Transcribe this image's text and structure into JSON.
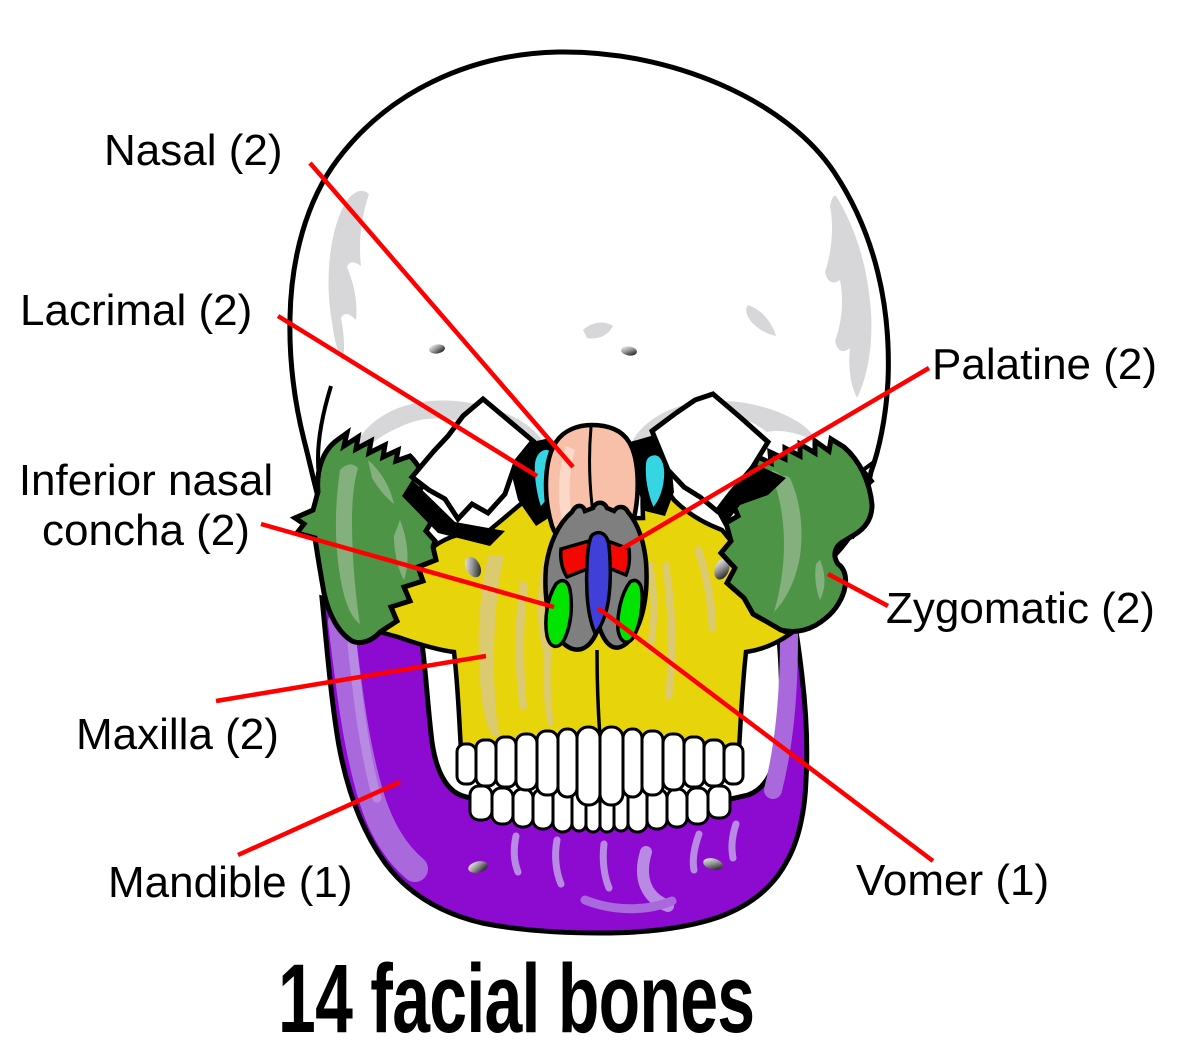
{
  "title": "14 facial bones",
  "labels": {
    "nasal": "Nasal (2)",
    "lacrimal": "Lacrimal (2)",
    "concha": "Inferior nasal concha (2)",
    "maxilla": "Maxilla (2)",
    "mandible": "Mandible (1)",
    "palatine": "Palatine (2)",
    "zygomatic": "Zygomatic (2)",
    "vomer": "Vomer (1)"
  },
  "bones": [
    {
      "name": "Nasal",
      "count": 2,
      "color_key": "nasal"
    },
    {
      "name": "Lacrimal",
      "count": 2,
      "color_key": "lacrimal"
    },
    {
      "name": "Inferior nasal concha",
      "count": 2,
      "color_key": "concha"
    },
    {
      "name": "Maxilla",
      "count": 2,
      "color_key": "maxilla"
    },
    {
      "name": "Mandible",
      "count": 1,
      "color_key": "mandible"
    },
    {
      "name": "Palatine",
      "count": 2,
      "color_key": "palatine"
    },
    {
      "name": "Zygomatic",
      "count": 2,
      "color_key": "zygomatic"
    },
    {
      "name": "Vomer",
      "count": 1,
      "color_key": "vomer"
    }
  ],
  "colors": {
    "outline": "#000000",
    "bone_white": "#ffffff",
    "bone_shading": "#d7d7da",
    "maxilla": "#e7d40b",
    "maxilla_highlight": "#dbca70",
    "zygomatic": "#4e9447",
    "zygomatic_highlight": "#83b07c",
    "mandible": "#8d0ad0",
    "mandible_highlight": "#a969dc",
    "mandible_highlight2": "#b98ae4",
    "nasal": "#f8c0a8",
    "nasal_highlight": "#fbd8c8",
    "lacrimal": "#35d5e3",
    "palatine": "#f20800",
    "vomer": "#4040d8",
    "concha": "#00e400",
    "nasal_cavity": "#7f7f7f",
    "leader_line": "#ff0000",
    "label_text": "#000000"
  }
}
